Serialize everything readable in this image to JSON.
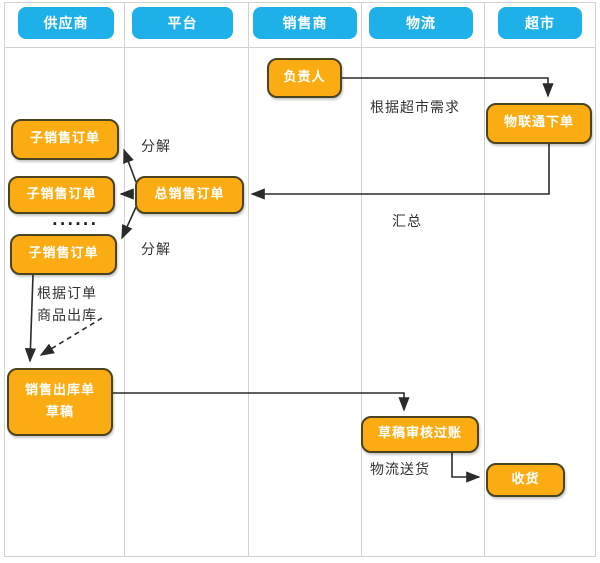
{
  "diagram_type": "swimlane-flowchart",
  "colors": {
    "lane_header_fill": "#1eb0e8",
    "node_fill": "#fbac12",
    "node_border": "#4a4420",
    "node_text": "#ffffff",
    "connector": "#2b2b2b",
    "grid_line": "#d2d2d2",
    "label_text": "#333333",
    "background": "#ffffff"
  },
  "lanes": [
    {
      "label": "供应商"
    },
    {
      "label": "平台"
    },
    {
      "label": "销售商"
    },
    {
      "label": "物流"
    },
    {
      "label": "超市"
    }
  ],
  "nodes": {
    "person_in_charge": {
      "label": "负责人",
      "lane": "销售商"
    },
    "iot_place_order": {
      "label": "物联通下单",
      "lane": "超市"
    },
    "sub_sales_order_1": {
      "label": "子销售订单",
      "lane": "供应商"
    },
    "sub_sales_order_2": {
      "label": "子销售订单",
      "lane": "供应商"
    },
    "sub_sales_order_3": {
      "label": "子销售订单",
      "lane": "供应商"
    },
    "total_sales_order": {
      "label": "总销售订单",
      "lane": "平台"
    },
    "sales_outbound_draft": {
      "label": "销售出库单\n草稿",
      "lane": "供应商"
    },
    "draft_review_posting": {
      "label": "草稿审核过账",
      "lane": "物流"
    },
    "receive_goods": {
      "label": "收货",
      "lane": "超市"
    }
  },
  "labels": {
    "per_supermarket_demand": "根据超市需求",
    "decompose_1": "分解",
    "decompose_2": "分解",
    "summarize": "汇总",
    "ellipsis": "......",
    "per_order_line1": "根据订单",
    "per_order_line2": "商品出库",
    "logistics_delivery": "物流送货"
  },
  "edges": [
    {
      "from": "person_in_charge",
      "to": "iot_place_order",
      "label": "根据超市需求",
      "style": "solid-elbow"
    },
    {
      "from": "iot_place_order",
      "to": "total_sales_order",
      "label": "汇总",
      "style": "solid-elbow"
    },
    {
      "from": "total_sales_order",
      "to": "sub_sales_order_1",
      "label": "分解",
      "style": "solid"
    },
    {
      "from": "total_sales_order",
      "to": "sub_sales_order_2",
      "label": "",
      "style": "solid"
    },
    {
      "from": "total_sales_order",
      "to": "sub_sales_order_3",
      "label": "分解",
      "style": "solid"
    },
    {
      "from": "sub_sales_order_3",
      "to": "sales_outbound_draft",
      "label": "根据订单 商品出库",
      "style": "solid"
    },
    {
      "from": "per_order_note",
      "to": "sales_outbound_draft",
      "label": "",
      "style": "dashed"
    },
    {
      "from": "sales_outbound_draft",
      "to": "draft_review_posting",
      "label": "",
      "style": "solid-elbow"
    },
    {
      "from": "draft_review_posting",
      "to": "receive_goods",
      "label": "物流送货",
      "style": "solid-elbow"
    }
  ]
}
